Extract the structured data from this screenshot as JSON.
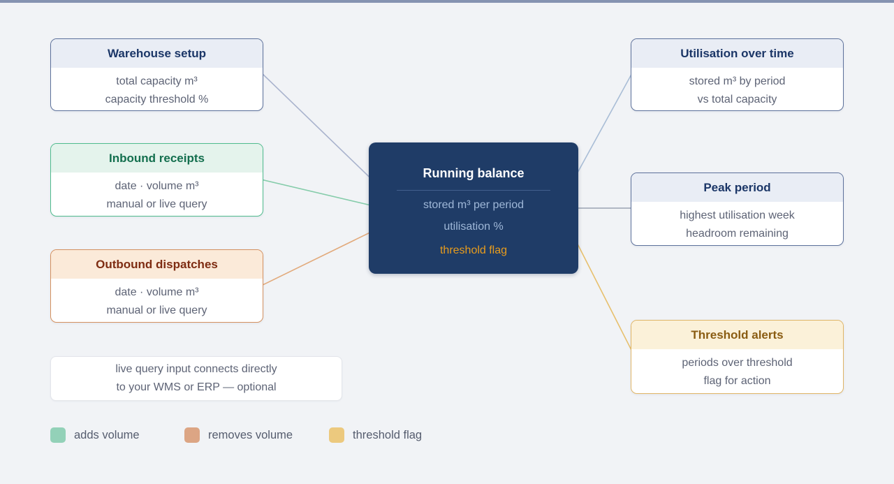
{
  "page": {
    "background": "#f1f3f6",
    "top_bar_color": "#8593b1"
  },
  "nodes": {
    "left": [
      {
        "id": "warehouse-setup",
        "title": "Warehouse setup",
        "lines": [
          "total capacity m³",
          "capacity threshold %"
        ],
        "theme": "blue",
        "border_color": "#5d719b",
        "header_bg": "#e9edf5",
        "title_color": "#1b3667"
      },
      {
        "id": "inbound-receipts",
        "title": "Inbound receipts",
        "lines": [
          "date · volume m³",
          "manual or live query"
        ],
        "theme": "green",
        "border_color": "#4fbb8d",
        "header_bg": "#e4f3ec",
        "title_color": "#136f4e"
      },
      {
        "id": "outbound-dispatches",
        "title": "Outbound dispatches",
        "lines": [
          "date · volume m³",
          "manual or live query"
        ],
        "theme": "orange",
        "border_color": "#d4905f",
        "header_bg": "#fbead9",
        "title_color": "#7e2c12"
      }
    ],
    "center": {
      "id": "running-balance",
      "title": "Running balance",
      "lines": [
        "stored m³ per period",
        "utilisation %"
      ],
      "flag": "threshold flag",
      "bg": "#1f3c67",
      "line_color": "#9fb8d8",
      "flag_color": "#e89c1c"
    },
    "right": [
      {
        "id": "utilisation-over-time",
        "title": "Utilisation over time",
        "lines": [
          "stored m³ by period",
          "vs total capacity"
        ],
        "theme": "blue",
        "border_color": "#5d719b",
        "header_bg": "#e9edf5",
        "title_color": "#1b3667"
      },
      {
        "id": "peak-period",
        "title": "Peak period",
        "lines": [
          "highest utilisation week",
          "headroom remaining"
        ],
        "theme": "blue",
        "border_color": "#5d719b",
        "header_bg": "#e9edf5",
        "title_color": "#1b3667"
      },
      {
        "id": "threshold-alerts",
        "title": "Threshold alerts",
        "lines": [
          "periods over threshold",
          "flag for action"
        ],
        "theme": "amber",
        "border_color": "#e0b566",
        "header_bg": "#fbf1d9",
        "title_color": "#8a5c12"
      }
    ]
  },
  "connectors": [
    {
      "name": "warehouse-to-center",
      "color": "#a9b3cd"
    },
    {
      "name": "inbound-to-center",
      "color": "#85ccaa"
    },
    {
      "name": "outbound-to-center",
      "color": "#e2aa7c"
    },
    {
      "name": "center-to-utilisation",
      "color": "#a9bdd6"
    },
    {
      "name": "center-to-peak",
      "color": "#9aa3b2"
    },
    {
      "name": "center-to-threshold",
      "color": "#e7c06e"
    }
  ],
  "note": {
    "line1": "live query input connects directly",
    "line2": "to your WMS or ERP — optional"
  },
  "legend": [
    {
      "label": "adds volume",
      "color": "#93d1b8"
    },
    {
      "label": "removes volume",
      "color": "#dca584"
    },
    {
      "label": "threshold flag",
      "color": "#ecc97e"
    }
  ]
}
